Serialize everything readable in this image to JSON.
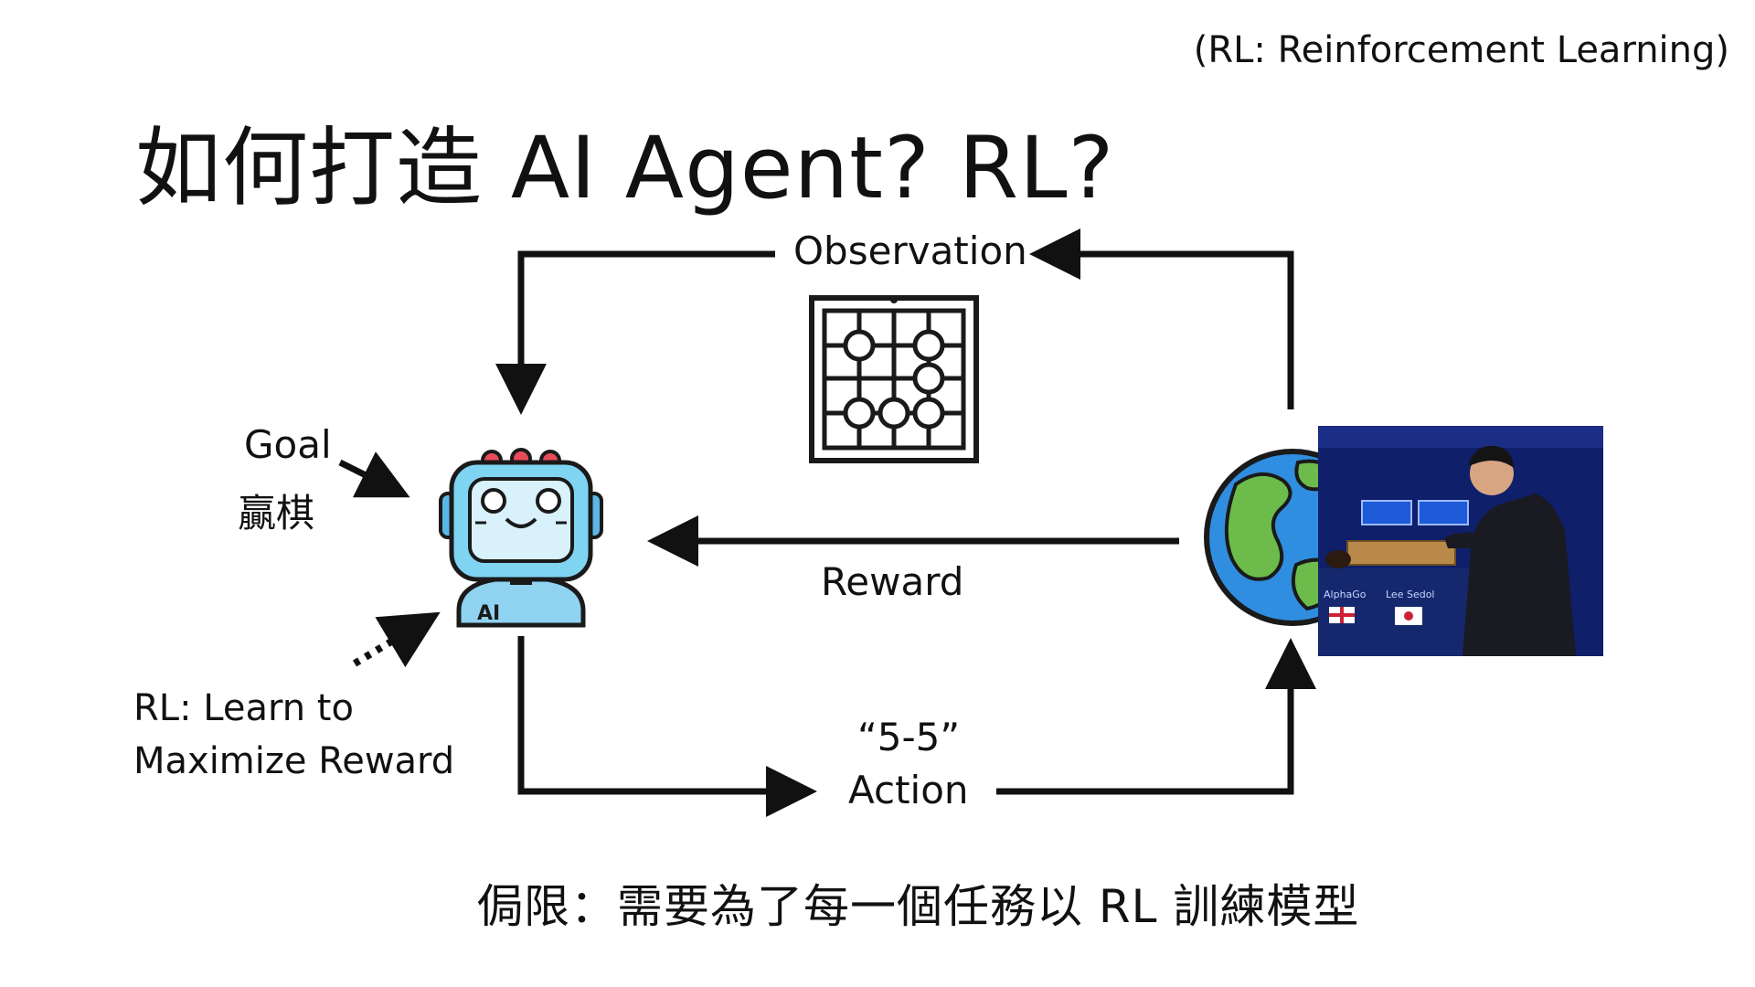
{
  "header": {
    "note": "(RL: Reinforcement Learning)",
    "title": "如何打造 AI Agent? RL?"
  },
  "diagram": {
    "observation_label": "Observation",
    "reward_label": "Reward",
    "action_quote": "“5-5”",
    "action_label": "Action",
    "goal_label": "Goal",
    "goal_text": "贏棋",
    "rl_line1": "RL: Learn to",
    "rl_line2": "Maximize Reward",
    "robot_badge": "AI",
    "photo_players": [
      "AlphaGo",
      "Lee Sedol"
    ],
    "icons": [
      "go-board-icon",
      "robot-icon",
      "globe-icon"
    ]
  },
  "footer": {
    "limitation": "侷限：需要為了每一個任務以 RL 訓練模型"
  },
  "colors": {
    "robot_body": "#7fd4f2",
    "robot_outline": "#1a1a1a",
    "robot_lights": "#e94b5a",
    "globe_ocean": "#2f8ee0",
    "globe_land": "#6dbb4a",
    "photo_bg": "#0f1f6a"
  }
}
